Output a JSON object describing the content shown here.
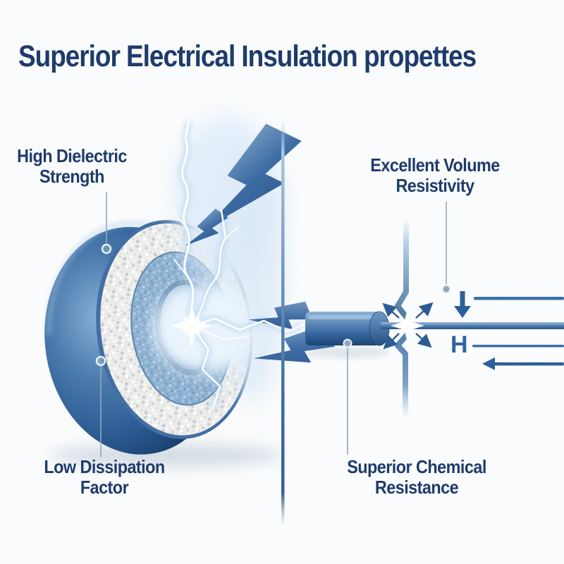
{
  "title": "Superior Electrical Insulation propettes",
  "labels": {
    "high_dielectric": {
      "line1": "High Dielectric",
      "line2": "Strength"
    },
    "volume_resistivity": {
      "line1": "Excellent Volume",
      "line2": "Resistivity"
    },
    "low_dissipation": {
      "line1": "Low Dissipation",
      "line2": "Factor"
    },
    "chemical_resistance": {
      "line1": "Superior Chemical Resistance"
    },
    "field_symbol": "H"
  },
  "icons": [
    "lightning-bolt-icon",
    "electric-discharge-icon",
    "spark-burst-icon",
    "down-arrow-icon",
    "left-arrow-icon",
    "marker-dot-icon"
  ],
  "colors": {
    "heading_text": "#1e3b6b",
    "label_text": "#1e3b6b",
    "bolt_blue": "#2e5f98",
    "line_blue": "#3a6ea8",
    "sphere_blue": "#2a568c",
    "foam_white": "#efefed",
    "dielectric_blue": "#8fb2d2",
    "leader_gray": "#93a7ba",
    "background": "#fbfcfd"
  }
}
